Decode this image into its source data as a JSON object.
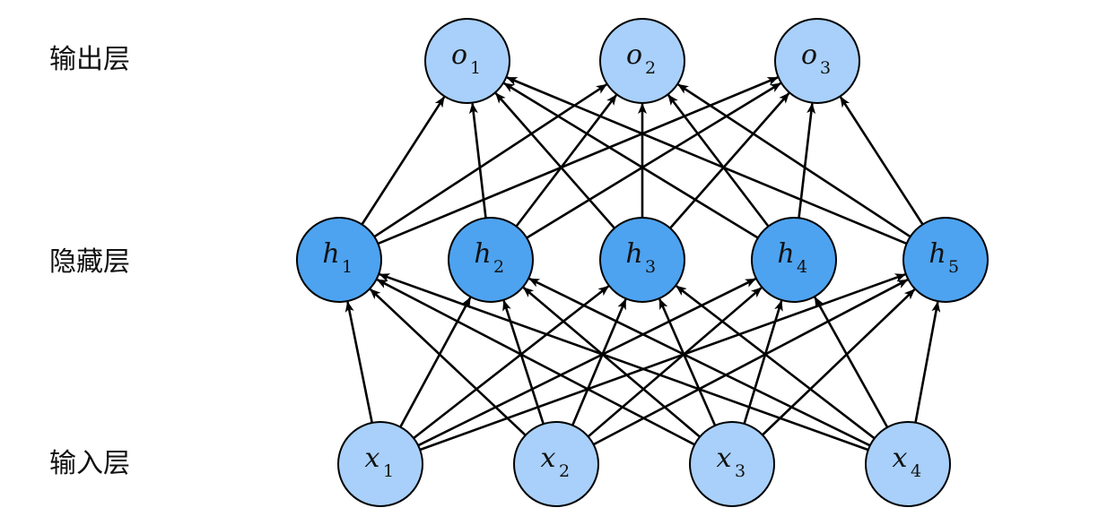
{
  "layers": {
    "output": {
      "label": "输出层",
      "nodes": [
        {
          "var": "o",
          "sub": "1"
        },
        {
          "var": "o",
          "sub": "2"
        },
        {
          "var": "o",
          "sub": "3"
        }
      ]
    },
    "hidden": {
      "label": "隐藏层",
      "nodes": [
        {
          "var": "h",
          "sub": "1"
        },
        {
          "var": "h",
          "sub": "2"
        },
        {
          "var": "h",
          "sub": "3"
        },
        {
          "var": "h",
          "sub": "4"
        },
        {
          "var": "h",
          "sub": "5"
        }
      ]
    },
    "input": {
      "label": "输入层",
      "nodes": [
        {
          "var": "x",
          "sub": "1"
        },
        {
          "var": "x",
          "sub": "2"
        },
        {
          "var": "x",
          "sub": "3"
        },
        {
          "var": "x",
          "sub": "4"
        }
      ]
    }
  },
  "colors": {
    "light_node_fill": "#a8d0fa",
    "dark_node_fill": "#4da3f0",
    "node_stroke": "#000000",
    "edge": "#000000"
  },
  "connectivity": "fully-connected, edges point upward from each layer to the next"
}
